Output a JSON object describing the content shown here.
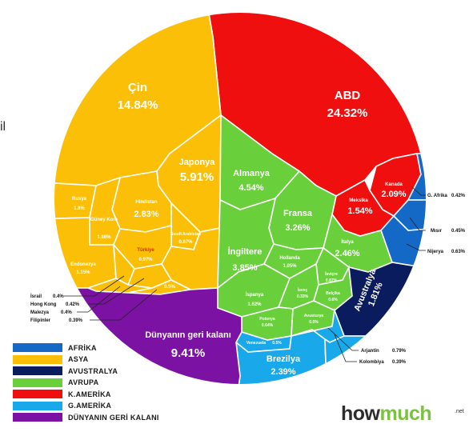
{
  "edge_fragment": "il",
  "chart_data": {
    "type": "voronoi-treemap",
    "regions": [
      {
        "name": "AFRİKA",
        "color": "#1469c7"
      },
      {
        "name": "ASYA",
        "color": "#fbbf08"
      },
      {
        "name": "AVUSTRALYA",
        "color": "#0a1b5e"
      },
      {
        "name": "AVRUPA",
        "color": "#69cf3b"
      },
      {
        "name": "K.AMERİKA",
        "color": "#f00f0f"
      },
      {
        "name": "G.AMERİKA",
        "color": "#19a9ea"
      },
      {
        "name": "DÜNYANIN GERİ KALANI",
        "color": "#7b12a3"
      }
    ],
    "cells": [
      {
        "label": "ABD",
        "value": "24.32%",
        "region": "K.AMERİKA"
      },
      {
        "label": "Kanada",
        "value": "2.09%",
        "region": "K.AMERİKA"
      },
      {
        "label": "Meksika",
        "value": "1.54%",
        "region": "K.AMERİKA"
      },
      {
        "label": "Çin",
        "value": "14.84%",
        "region": "ASYA"
      },
      {
        "label": "Japonya",
        "value": "5.91%",
        "region": "ASYA"
      },
      {
        "label": "Hindistan",
        "value": "2.83%",
        "region": "ASYA"
      },
      {
        "label": "Rusya",
        "value": "1.8%",
        "region": "ASYA"
      },
      {
        "label": "Güney Kore",
        "value": "1.86%",
        "region": "ASYA"
      },
      {
        "label": "Endonezya",
        "value": "1.15%",
        "region": "ASYA"
      },
      {
        "label": "Suudi Arabistan",
        "value": "0.87%",
        "region": "ASYA"
      },
      {
        "label": "Türkiye",
        "value": "0.97%",
        "region": "ASYA"
      },
      {
        "label": "",
        "value": "0.5%",
        "region": "ASYA"
      },
      {
        "label": "Almanya",
        "value": "4.54%",
        "region": "AVRUPA"
      },
      {
        "label": "Fransa",
        "value": "3.26%",
        "region": "AVRUPA"
      },
      {
        "label": "İngiltere",
        "value": "3.85%",
        "region": "AVRUPA"
      },
      {
        "label": "İtalya",
        "value": "2.46%",
        "region": "AVRUPA"
      },
      {
        "label": "İspanya",
        "value": "1.62%",
        "region": "AVRUPA"
      },
      {
        "label": "Hollanda",
        "value": "1.05%",
        "region": "AVRUPA"
      },
      {
        "label": "İsviçre",
        "value": "0.87%",
        "region": "AVRUPA"
      },
      {
        "label": "İsveç",
        "value": "0.33%",
        "region": "AVRUPA"
      },
      {
        "label": "Belçika",
        "value": "0.6%",
        "region": "AVRUPA"
      },
      {
        "label": "Polonya",
        "value": "0.64%",
        "region": "AVRUPA"
      },
      {
        "label": "Avusturya",
        "value": "0.5%",
        "region": "AVRUPA"
      },
      {
        "label": "Avustralya",
        "value": "1.81%",
        "region": "AVUSTRALYA"
      },
      {
        "label": "Brezilya",
        "value": "2.39%",
        "region": "G.AMERİKA"
      },
      {
        "label": "Venezuela",
        "value": "0.5%",
        "region": "G.AMERİKA"
      },
      {
        "label": "Dünyanın geri kalanı",
        "value": "9.41%",
        "region": "DÜNYANIN GERİ KALANI"
      },
      {
        "label": "G. Afrika",
        "value": "0.42%",
        "region": "AFRİKA"
      },
      {
        "label": "Mısır",
        "value": "0.45%",
        "region": "AFRİKA"
      },
      {
        "label": "Nijerya",
        "value": "0.63%",
        "region": "AFRİKA"
      }
    ],
    "callouts": [
      {
        "label": "G. Afrika",
        "value": "0.42%"
      },
      {
        "label": "Mısır",
        "value": "0.45%"
      },
      {
        "label": "Nijerya",
        "value": "0.63%"
      },
      {
        "label": "İsrail",
        "value": "0.4%"
      },
      {
        "label": "Hong Kong",
        "value": "0.42%"
      },
      {
        "label": "Malezya",
        "value": "0.4%"
      },
      {
        "label": "Filipinler",
        "value": "0.39%"
      },
      {
        "label": "Arjantin",
        "value": "0.79%"
      },
      {
        "label": "Kolombiya",
        "value": "0.39%"
      }
    ]
  },
  "brand": {
    "main": "how",
    "accent": "much",
    "suffix": ".net"
  }
}
